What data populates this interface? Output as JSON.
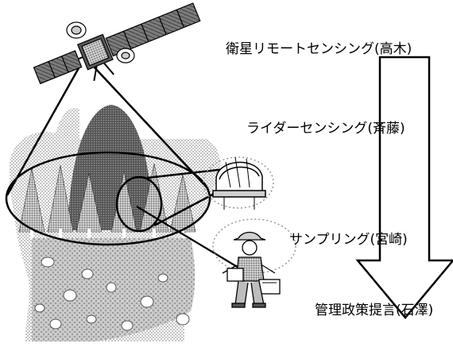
{
  "labels": {
    "satellite_sensing": "衛星リモートセンシング(高木)",
    "lidar_sensing": "ライダーセンシング(斉藤)",
    "sampling": "サンプリング(宮崎)",
    "policy_proposal": "管理政策提言(石澤)"
  },
  "colors": {
    "ink": "#000000",
    "background": "#ffffff",
    "halftone_light": "#bdbdbd",
    "halftone_mid": "#8a8a8a",
    "halftone_dark": "#4a4a4a"
  },
  "icons": {
    "satellite": "satellite-icon",
    "lidar_dome": "lidar-dome-icon",
    "field_researcher": "field-researcher-icon"
  }
}
